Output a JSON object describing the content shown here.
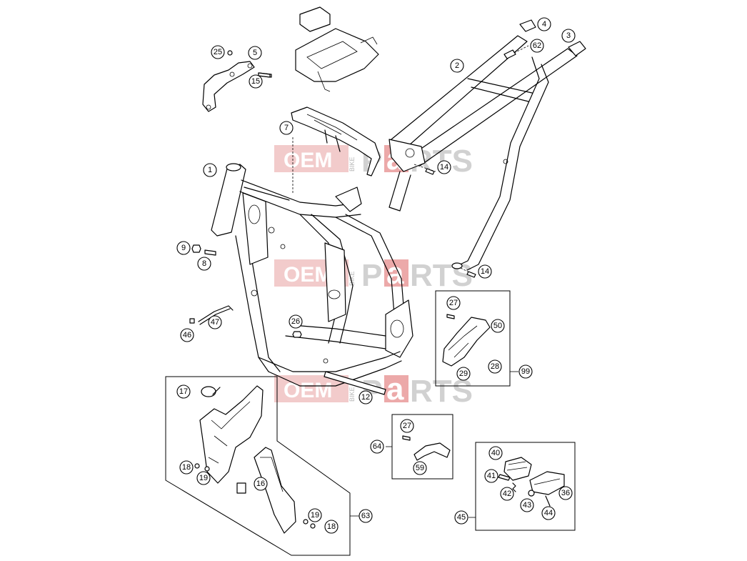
{
  "watermark": {
    "oem": "OEM",
    "bike": "BIKE",
    "p": "P",
    "a": "a",
    "rts": "RTS",
    "accent_color": "#e07070"
  },
  "callouts": {
    "c1": "1",
    "c2": "2",
    "c3": "3",
    "c4": "4",
    "c5": "5",
    "c7": "7",
    "c8": "8",
    "c9": "9",
    "c12": "12",
    "c14a": "14",
    "c14b": "14",
    "c15": "15",
    "c16": "16",
    "c17": "17",
    "c18a": "18",
    "c18b": "18",
    "c19a": "19",
    "c19b": "19",
    "c25": "25",
    "c26": "26",
    "c27a": "27",
    "c27b": "27",
    "c28": "28",
    "c29": "29",
    "c36": "36",
    "c40": "40",
    "c41": "41",
    "c42": "42",
    "c43": "43",
    "c44": "44",
    "c45": "45",
    "c46": "46",
    "c47": "47",
    "c50": "50",
    "c59": "59",
    "c62": "62",
    "c63": "63",
    "c64": "64",
    "c99": "99"
  }
}
